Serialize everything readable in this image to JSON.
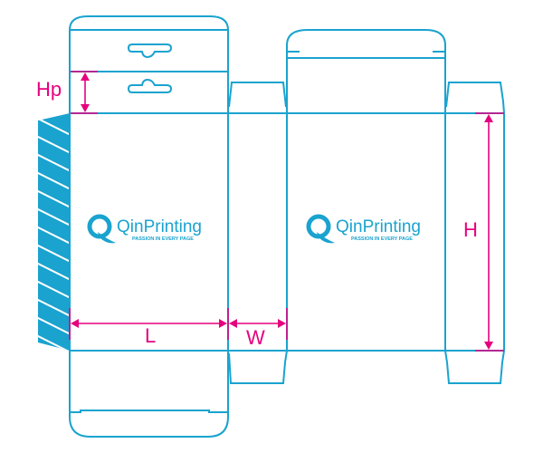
{
  "diagram": {
    "type": "box dieline",
    "colors": {
      "cut_line": "#1aa3cf",
      "dimension": "#e6007e"
    },
    "dimensions": {
      "hanger_height": "Hp",
      "length": "L",
      "width": "W",
      "height": "H"
    },
    "logos": [
      {
        "name": "QinPrinting",
        "tagline": "PASSION IN EVERY PAGE"
      },
      {
        "name": "QinPrinting",
        "tagline": "PASSION IN EVERY PAGE"
      }
    ]
  }
}
